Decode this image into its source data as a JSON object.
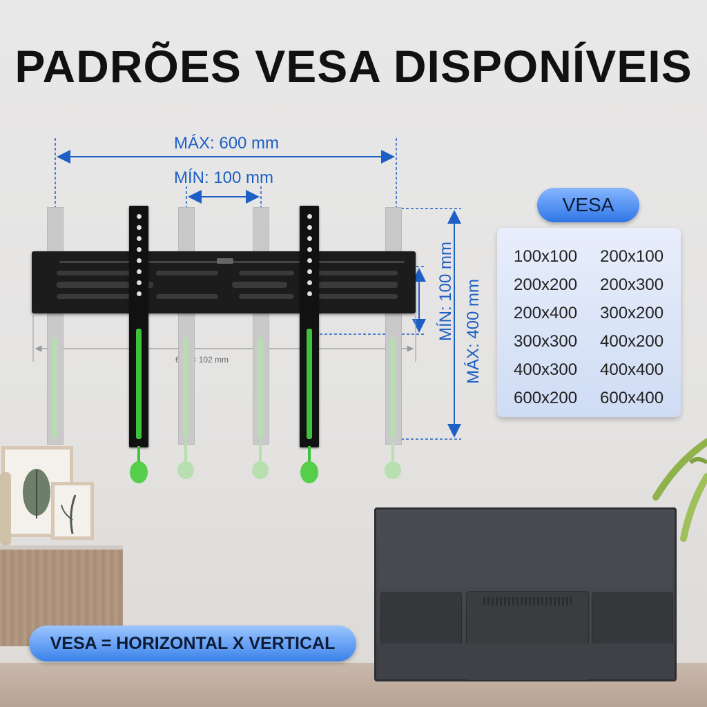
{
  "title": "PADRÕES VESA DISPONÍVEIS",
  "dimensions": {
    "max_width": "MÁX: 600 mm",
    "min_width": "MÍN: 100 mm",
    "min_height": "MÍN: 100 mm",
    "max_height": "MÁX: 400 mm",
    "bracket_size": "677 × 102 mm"
  },
  "vesa": {
    "label": "VESA",
    "patterns": [
      "100x100",
      "200x100",
      "200x200",
      "200x300",
      "200x400",
      "300x200",
      "300x300",
      "400x200",
      "400x300",
      "400x400",
      "600x200",
      "600x400"
    ]
  },
  "formula": "VESA = HORIZONTAL X VERTICAL",
  "colors": {
    "accent_blue": "#1d5fc4",
    "pill_blue": "#3b82ea",
    "bracket_black": "#1c1c1c",
    "tab_green": "#3ec23b"
  }
}
